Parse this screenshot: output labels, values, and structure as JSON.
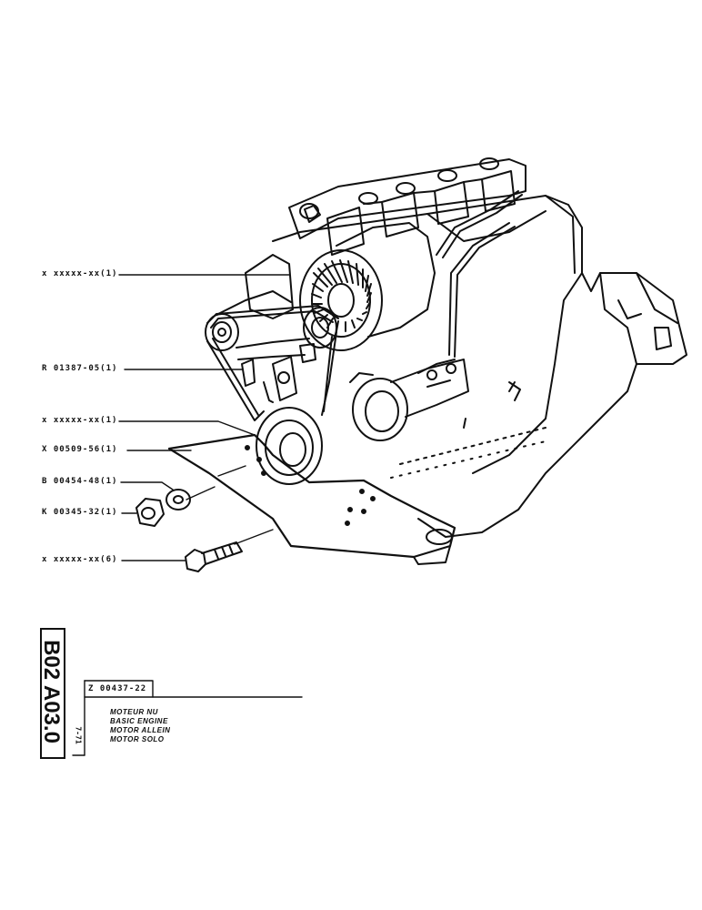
{
  "labels": {
    "l1": "x xxxxx-xx(1)",
    "l2": "R 01387-05(1)",
    "l3": "x xxxxx-xx(1)",
    "l4": "X 00509-56(1)",
    "l5": "B 00454-48(1)",
    "l6": "K 00345-32(1)",
    "l7": "x xxxxx-xx(6)"
  },
  "reference": {
    "code": "B02 A03.0",
    "date": "7-71",
    "drawing_number": "Z 00437-22",
    "title_lines": [
      "MOTEUR NU",
      "BASIC ENGINE",
      "MOTOR ALLEIN",
      "MOTOR SOLO"
    ]
  }
}
